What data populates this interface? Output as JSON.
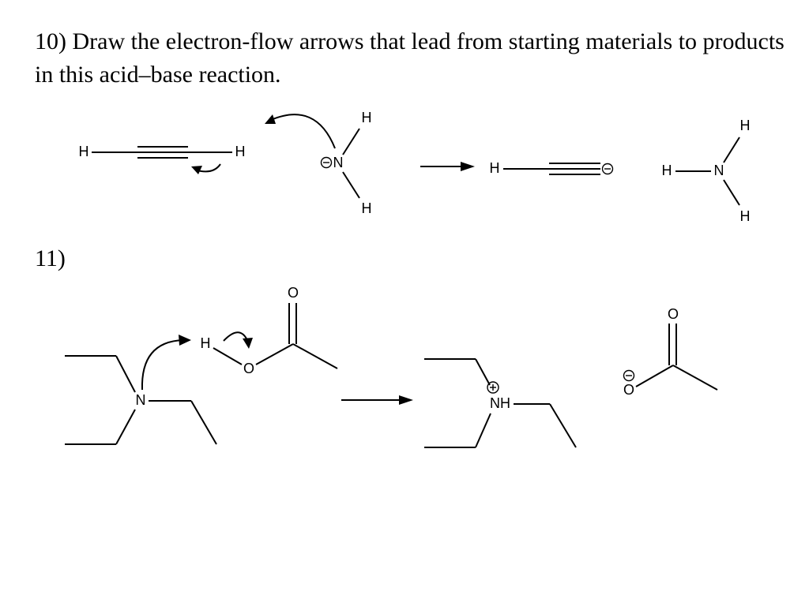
{
  "question10": {
    "text": "10) Draw the electron-flow arrows that lead from starting materials to products in this acid–base reaction.",
    "reactant_acid": {
      "atoms": [
        "H",
        "H"
      ]
    },
    "reactant_base": {
      "atoms": [
        "N",
        "H",
        "H"
      ],
      "charge": "negative"
    },
    "product_anion": {
      "atoms": [
        "H"
      ],
      "charge": "negative"
    },
    "product_ammonia": {
      "atoms": [
        "H",
        "N",
        "H",
        "H"
      ]
    }
  },
  "question11": {
    "label": "11)",
    "amine": {
      "atoms": [
        "N"
      ]
    },
    "acid": {
      "atoms": [
        "O",
        "H",
        "O"
      ]
    },
    "ammonium": {
      "atoms": [
        "NH"
      ],
      "charge": "positive"
    },
    "acetate": {
      "atoms": [
        "O",
        "O"
      ],
      "charge": "negative"
    }
  }
}
